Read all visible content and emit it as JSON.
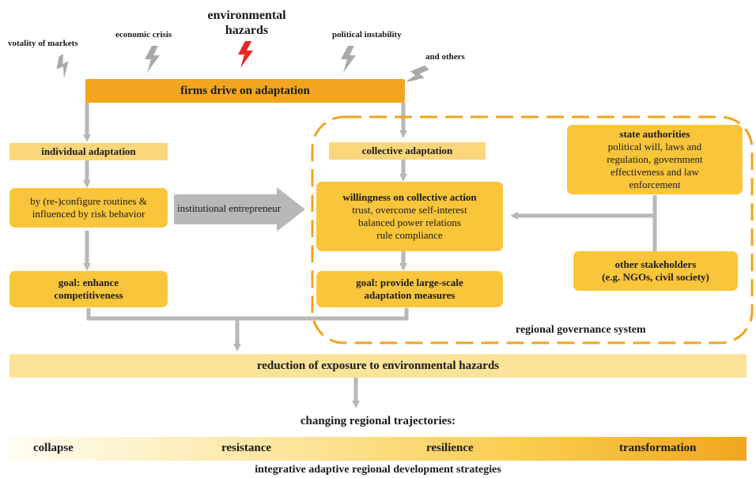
{
  "colors": {
    "box_fill": "#f9c53a",
    "box_fill_light": "#fbd67a",
    "drive_fill": "#f2a51f",
    "band_fill": "#fbe49a",
    "arrow": "#b8b8b8",
    "dash": "#f0a41e",
    "hazard_red": "#e8262a"
  },
  "hazards": {
    "markets": "votality of markets",
    "economic": "economic crisis",
    "environmental_line1": "environmental",
    "environmental_line2": "hazards",
    "political": "political instability",
    "others": "and others"
  },
  "drive": "firms drive on adaptation",
  "individual": {
    "header": "individual adaptation",
    "routines_line1": "by (re-)configure routines &",
    "routines_line2": "influenced by risk behavior",
    "goal_line1": "goal: enhance",
    "goal_line2": "competitiveness"
  },
  "institutional": "institutional entrepreneur",
  "collective": {
    "header": "collective adaptation",
    "willingness_title": "willingness on collective action",
    "willingness_line1": "trust, overcome self-interest",
    "willingness_line2": "balanced power relations",
    "willingness_line3": "rule compliance",
    "goal_line1": "goal: provide large-scale",
    "goal_line2": "adaptation measures"
  },
  "state": {
    "title": "state authorities",
    "line1": "political will, laws and",
    "line2": "regulation, government",
    "line3": "effectiveness and law",
    "line4": "enforcement"
  },
  "stakeholders": {
    "line1": "other stakeholders",
    "line2": "(e.g. NGOs, civil society)"
  },
  "governance_label": "regional governance system",
  "reduction": "reduction of exposure to environmental hazards",
  "trajectories_title": "changing regional trajectories:",
  "trajectories": [
    "collapse",
    "resistance",
    "resilience",
    "transformation"
  ],
  "strategies": "integrative adaptive regional development strategies"
}
